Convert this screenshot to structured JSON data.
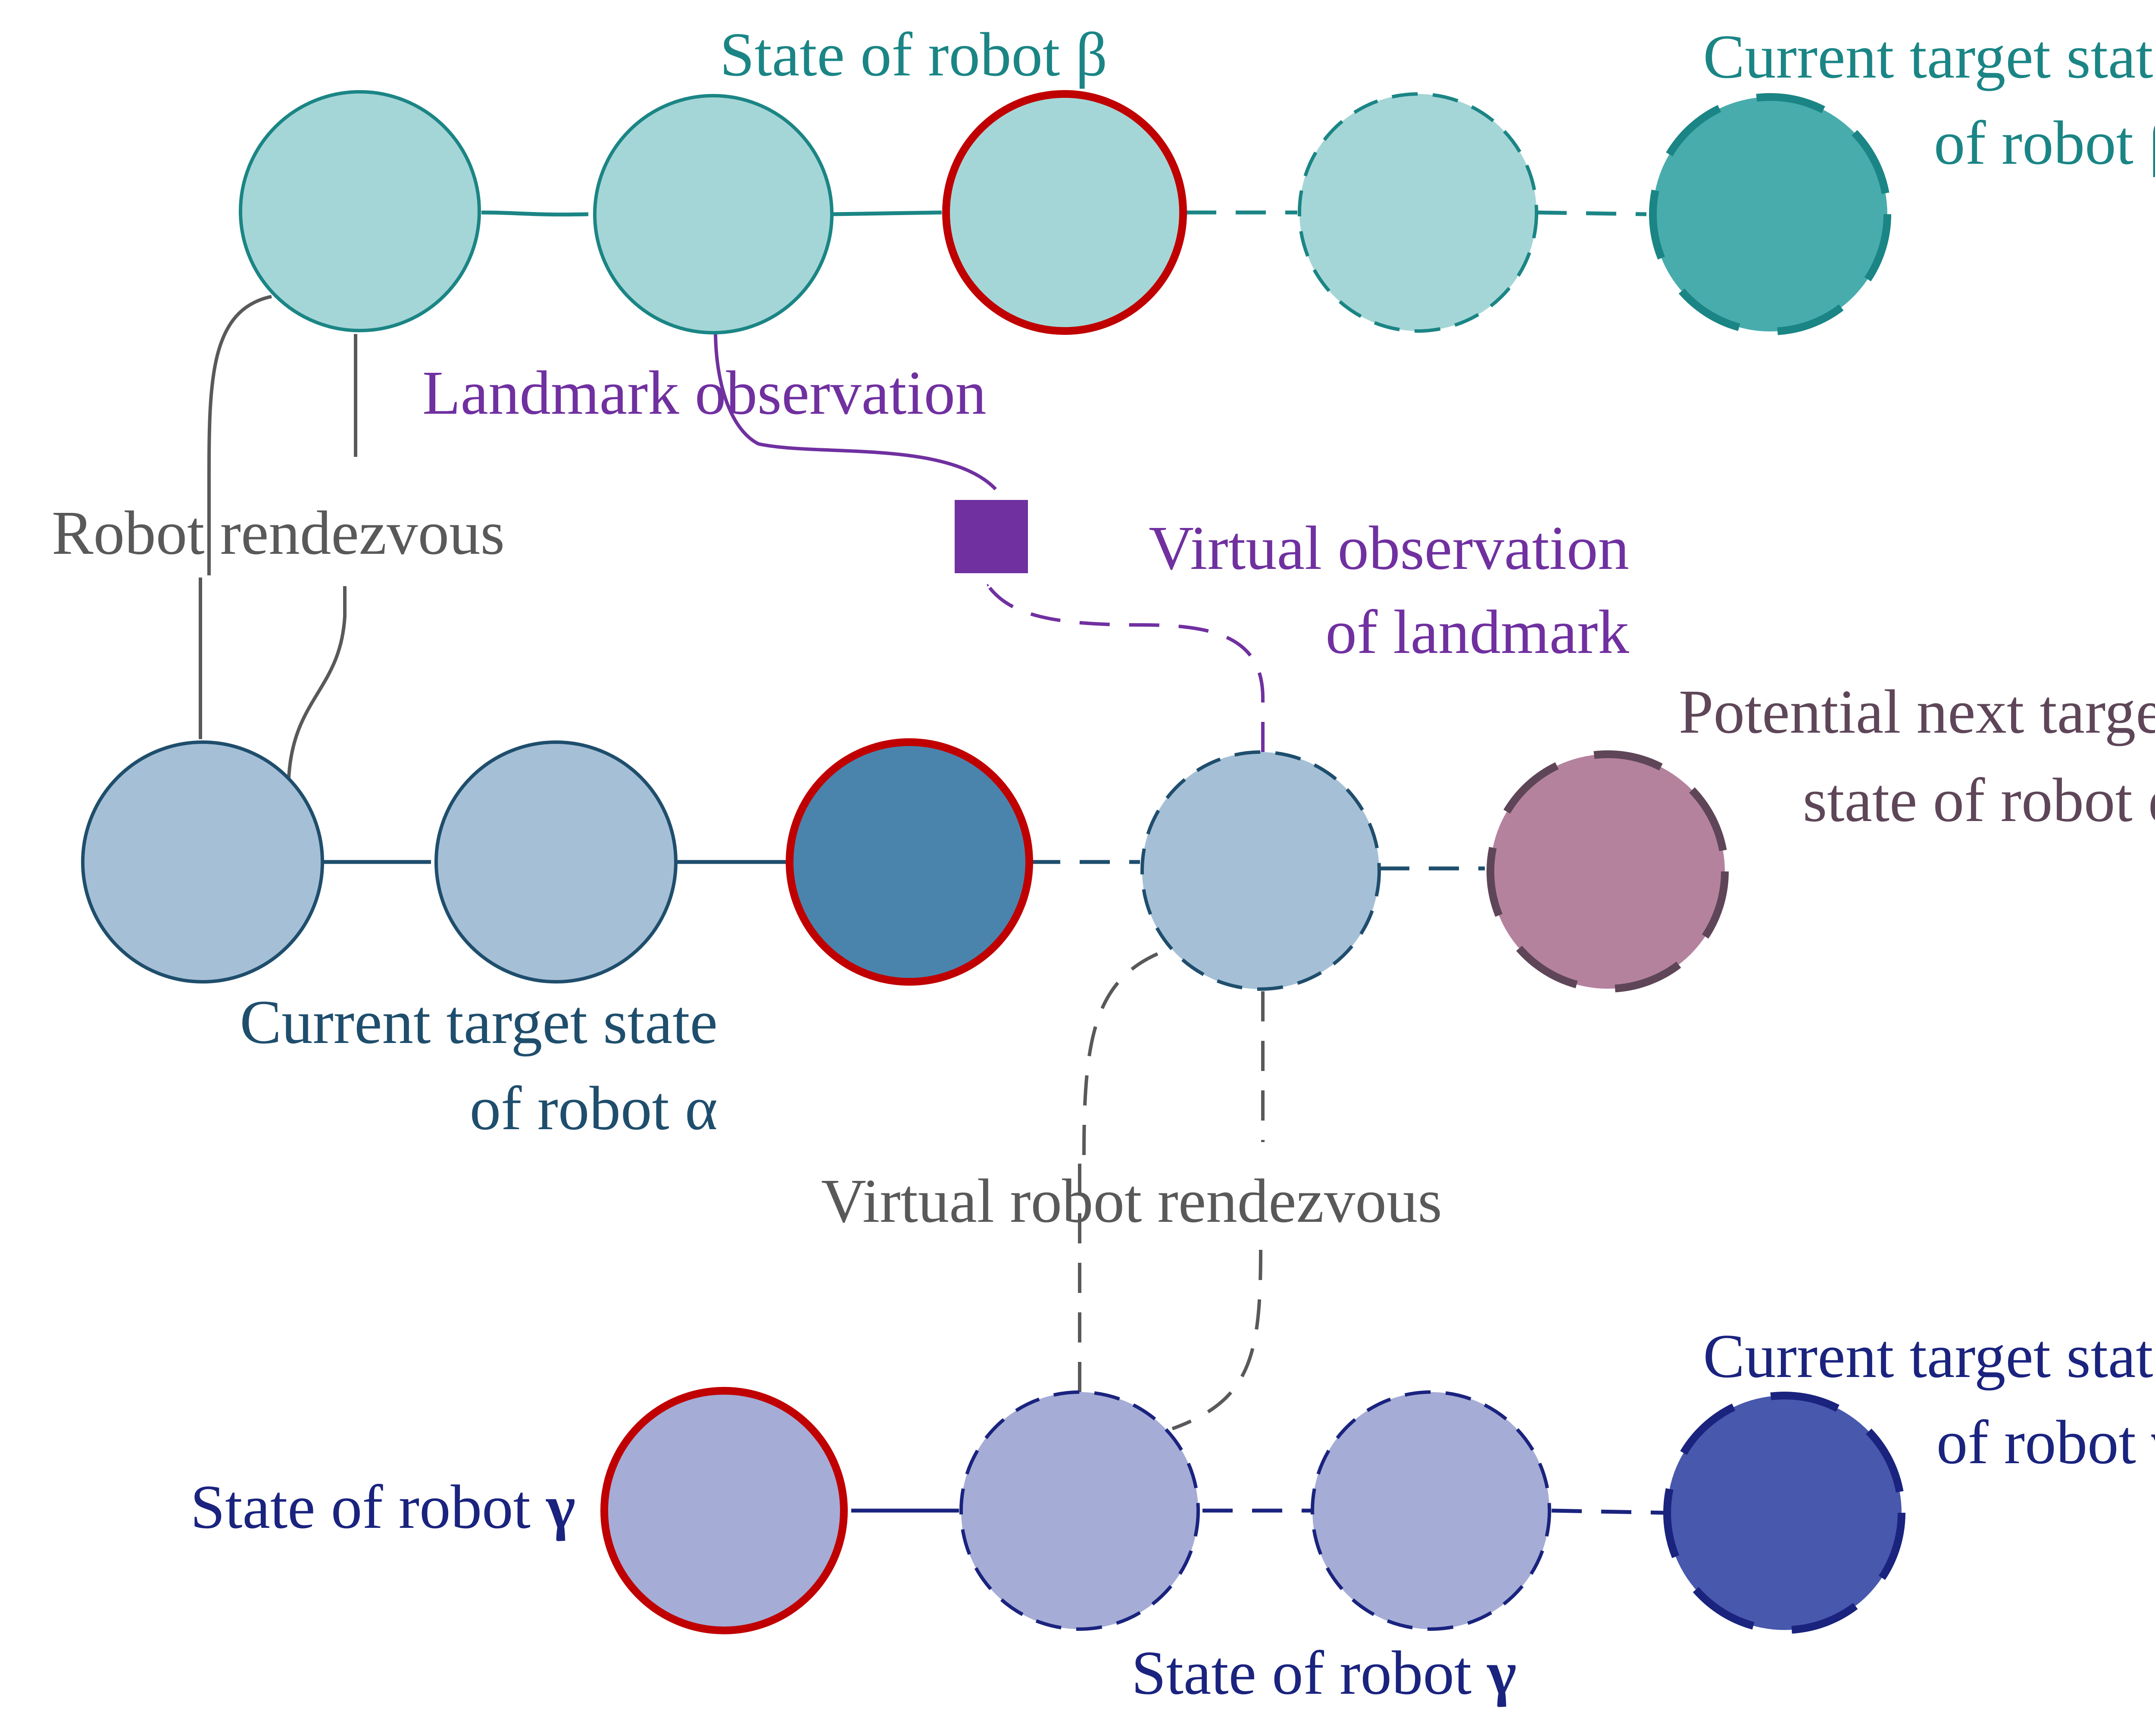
{
  "colors": {
    "beta_stroke": "#1b8585",
    "beta_fill": "#a5d6d7",
    "beta_target_fill": "#48acad",
    "alpha_stroke": "#1f4e6d",
    "alpha_fill": "#a5c0d6",
    "alpha_current_fill": "#4a84ad",
    "alpha_potential_fill": "#b5829e",
    "alpha_potential_stroke": "#5e4658",
    "gamma_stroke": "#1a237e",
    "gamma_fill": "#a5acd6",
    "gamma_target_fill": "#4858ad",
    "gamma_target_stroke": "#1a237e",
    "highlight_stroke": "#c00000",
    "landmark": "#7030a0",
    "rendezvous": "#595959"
  },
  "labels": {
    "state_beta": "State of robot β",
    "target_beta_line1": "Current target state",
    "target_beta_line2": "of robot β",
    "landmark_observation": "Landmark  observation",
    "virtual_obs_line1": "Virtual observation",
    "virtual_obs_line2": "of  landmark",
    "robot_rendezvous": "Robot rendezvous",
    "potential_alpha_line1": "Potential next target",
    "potential_alpha_line2": "state of robot α",
    "target_alpha_line1": "Current target state",
    "target_alpha_line2": "of robot α",
    "virtual_robot_rendezvous": "Virtual robot rendezvous",
    "target_gamma_line1": "Current target state",
    "target_gamma_line2": "of robot",
    "state_gamma_left": "State of robot",
    "state_gamma_bottom": "State of robot",
    "gamma_symbol": "γ"
  }
}
